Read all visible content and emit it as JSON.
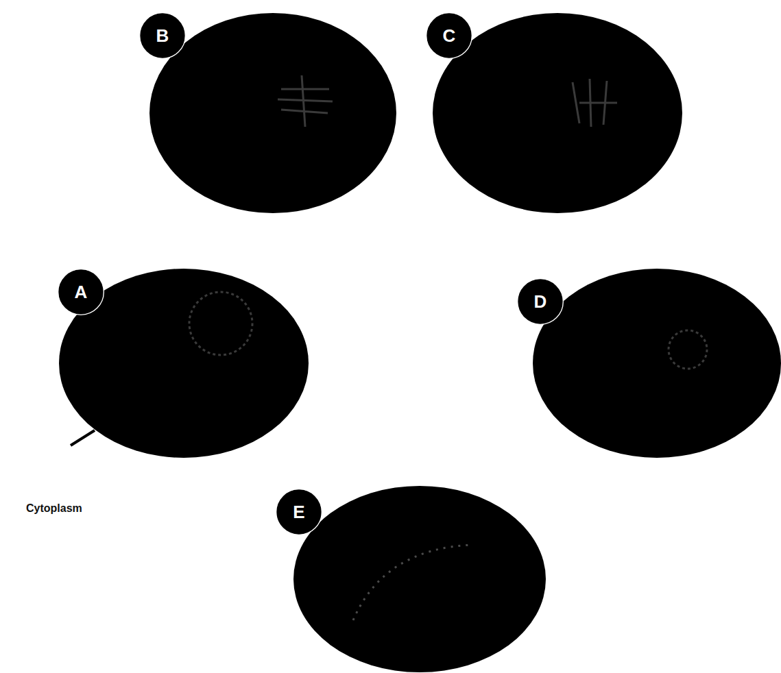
{
  "diagram": {
    "nodes": [
      {
        "text": [
          "B"
        ]
      },
      {
        "text": [
          "C"
        ]
      },
      {
        "text": [
          "A"
        ]
      },
      {
        "text": [
          "D"
        ]
      },
      {
        "text": [
          "E"
        ]
      }
    ],
    "labels": [
      "Cytoplasm"
    ]
  }
}
